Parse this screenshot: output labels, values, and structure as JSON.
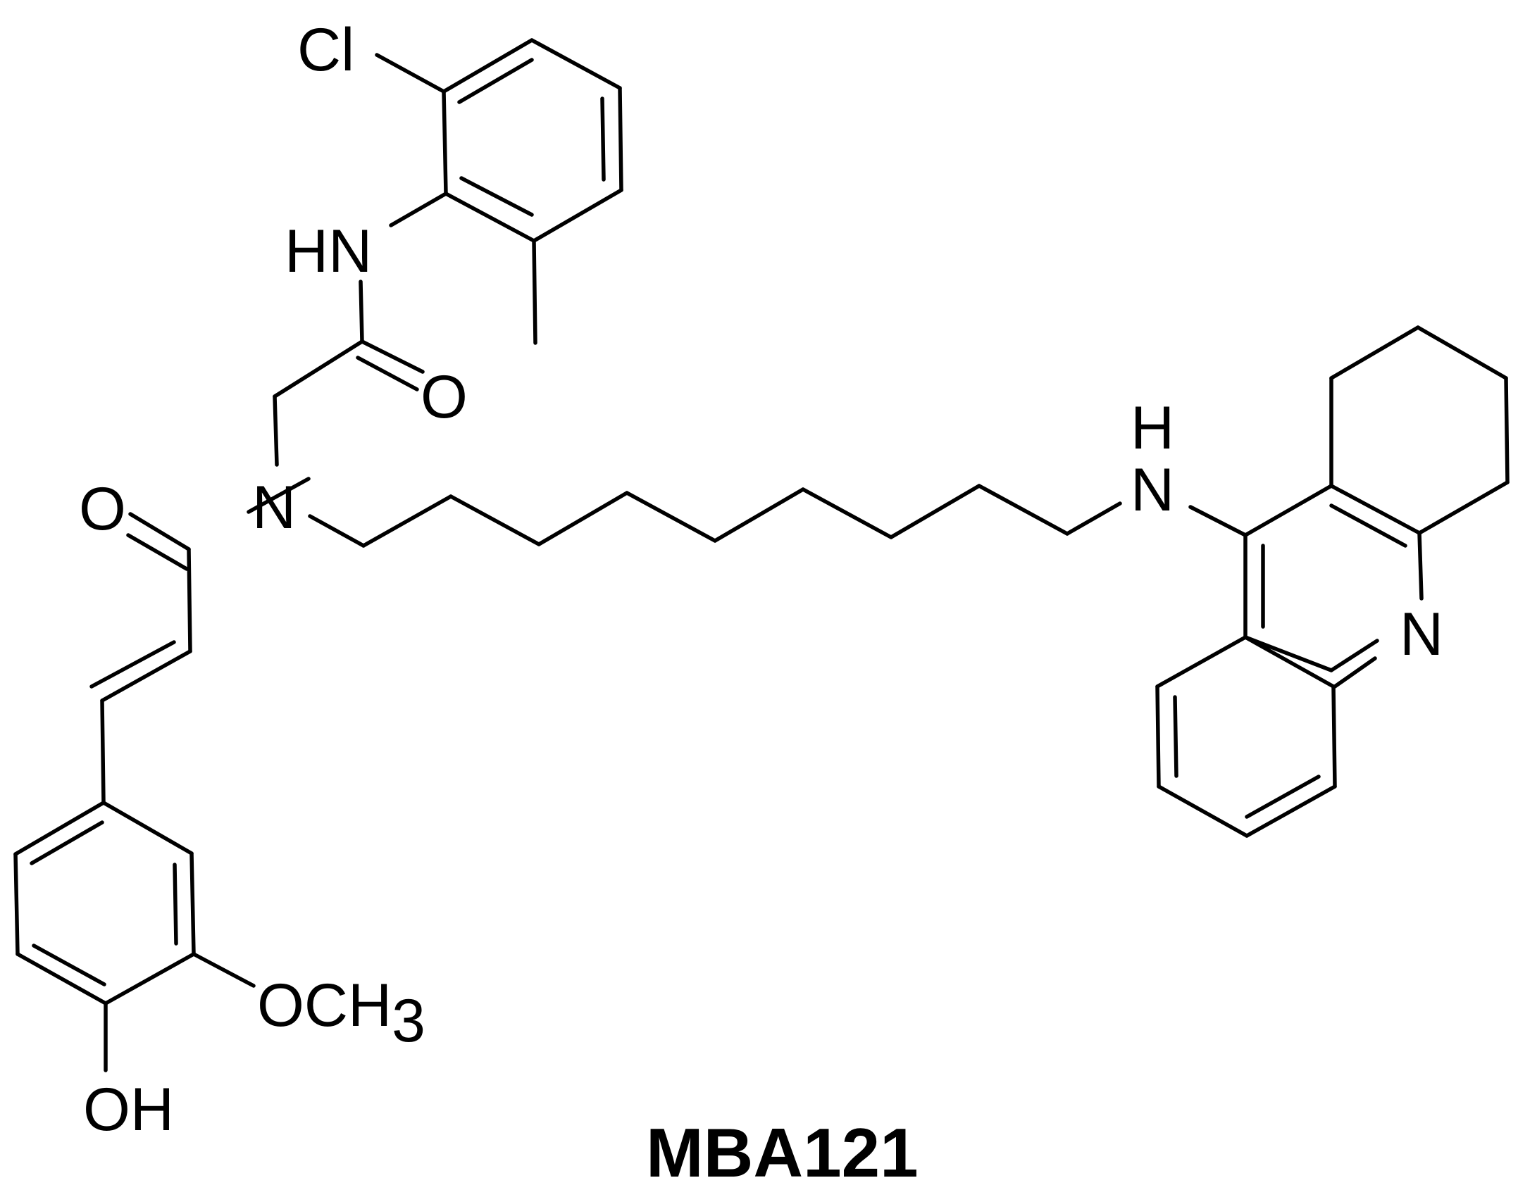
{
  "compound": {
    "name": "MBA121"
  },
  "atom_labels": {
    "chlorine": "Cl",
    "amide_nh": "HN",
    "amide_oxygen_upper": "O",
    "amide_oxygen_left": "O",
    "tertiary_nitrogen": "N",
    "amine_h": "H",
    "amine_n": "N",
    "ring_nitrogen": "N",
    "hydroxyl": "OH",
    "methoxy": "OCH",
    "methoxy_subscript": "3"
  },
  "colors": {
    "bond": "#000000",
    "text": "#000000",
    "background": "#ffffff"
  }
}
